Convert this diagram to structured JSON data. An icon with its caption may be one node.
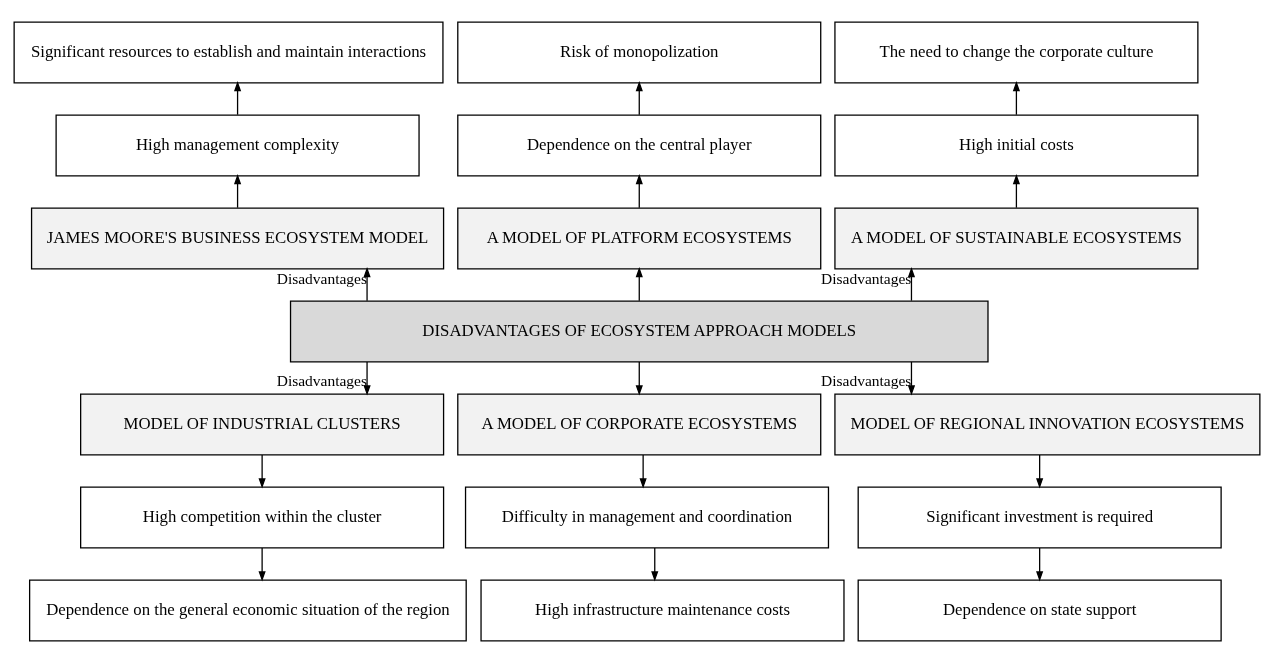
{
  "diagram": {
    "nodes": [
      {
        "text": [
          "Significant resources to establish and maintain interactions"
        ]
      },
      {
        "text": [
          "Risk of monopolization"
        ]
      },
      {
        "text": [
          "The need to change the corporate culture"
        ]
      },
      {
        "text": [
          "High management complexity"
        ]
      },
      {
        "text": [
          "Dependence on the central player"
        ]
      },
      {
        "text": [
          "High initial costs"
        ]
      },
      {
        "text": [
          "JAMES MOORE'S BUSINESS ECOSYSTEM MODEL"
        ]
      },
      {
        "text": [
          "A MODEL OF PLATFORM ECOSYSTEMS"
        ]
      },
      {
        "text": [
          "A MODEL OF SUSTAINABLE ECOSYSTEMS"
        ]
      },
      {
        "text": [
          "DISADVANTAGES OF ECOSYSTEM APPROACH MODELS"
        ]
      },
      {
        "text": [
          "MODEL OF INDUSTRIAL CLUSTERS"
        ]
      },
      {
        "text": [
          "A MODEL OF CORPORATE ECOSYSTEMS"
        ]
      },
      {
        "text": [
          "MODEL OF REGIONAL INNOVATION ECOSYSTEMS"
        ]
      },
      {
        "text": [
          "High competition within the cluster"
        ]
      },
      {
        "text": [
          "Difficulty in management and coordination"
        ]
      },
      {
        "text": [
          "Significant investment is required"
        ]
      },
      {
        "text": [
          "Dependence on the general economic situation of the region"
        ]
      },
      {
        "text": [
          "High infrastructure maintenance costs"
        ]
      },
      {
        "text": [
          "Dependence on state support"
        ]
      }
    ],
    "edges": [
      {
        "from": 9,
        "to": 6,
        "arrow": "to",
        "label": "Disadvantages"
      },
      {
        "from": 9,
        "to": 7,
        "arrow": "to"
      },
      {
        "from": 9,
        "to": 8,
        "arrow": "to",
        "label": "Disadvantages"
      },
      {
        "from": 6,
        "to": 3,
        "arrow": "to"
      },
      {
        "from": 3,
        "to": 0,
        "arrow": "to"
      },
      {
        "from": 7,
        "to": 4,
        "arrow": "to"
      },
      {
        "from": 4,
        "to": 1,
        "arrow": "to"
      },
      {
        "from": 8,
        "to": 5,
        "arrow": "to"
      },
      {
        "from": 5,
        "to": 2,
        "arrow": "to"
      },
      {
        "from": 9,
        "to": 10,
        "arrow": "to",
        "label": "Disadvantages"
      },
      {
        "from": 9,
        "to": 11,
        "arrow": "to"
      },
      {
        "from": 9,
        "to": 12,
        "arrow": "to",
        "label": "Disadvantages"
      },
      {
        "from": 10,
        "to": 13,
        "arrow": "to"
      },
      {
        "from": 13,
        "to": 16,
        "arrow": "to"
      },
      {
        "from": 11,
        "to": 14,
        "arrow": "to"
      },
      {
        "from": 14,
        "to": 17,
        "arrow": "to"
      },
      {
        "from": 12,
        "to": 15,
        "arrow": "to"
      },
      {
        "from": 15,
        "to": 18,
        "arrow": "to"
      }
    ]
  }
}
